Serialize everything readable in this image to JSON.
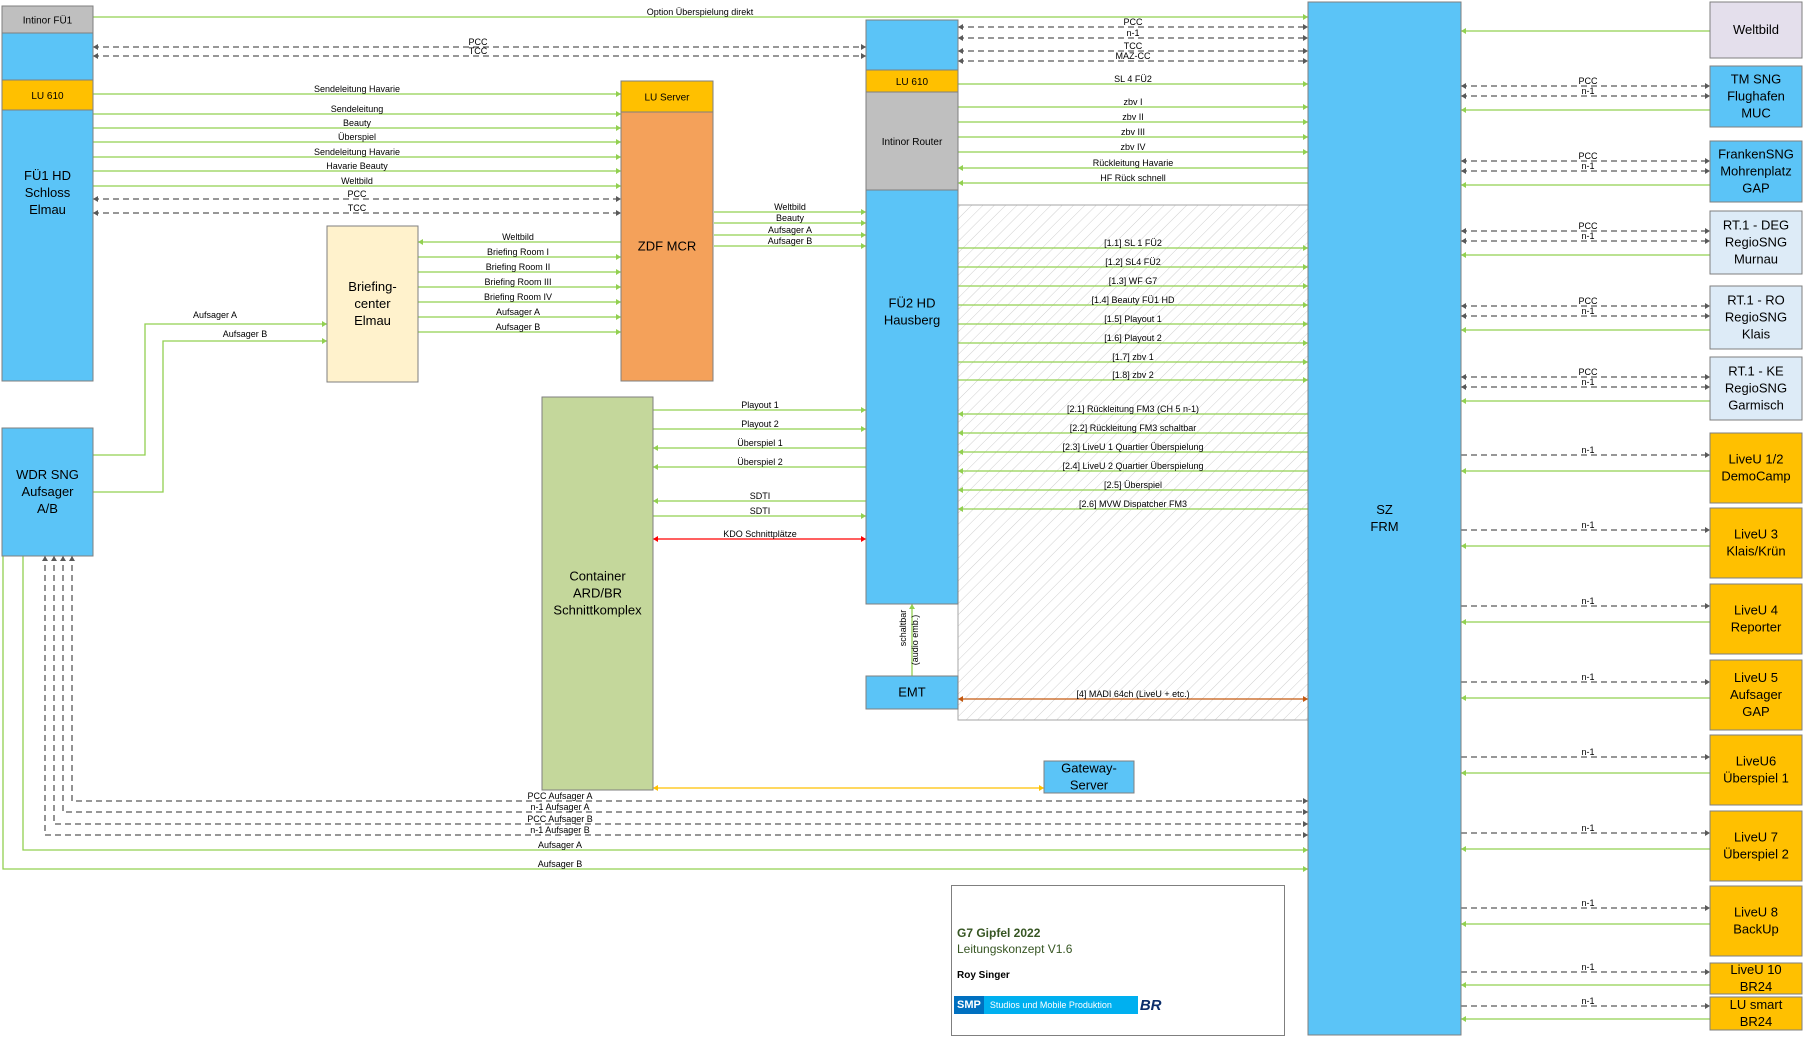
{
  "colors": {
    "blue_box": "#5bc4f7",
    "gray_box": "#bfbfbf",
    "yellow_lu": "#ffc000",
    "orange_mcr": "#f4a15a",
    "cream_briefing": "#fff2cc",
    "green_container": "#c4d79b",
    "lavender": "#e4dfec",
    "light_blue": "#ddebf7",
    "green_line": "#92d050",
    "dashed_line": "#595959",
    "red_line": "#ff0000",
    "brown_line": "#c55a11",
    "yellow_line": "#ffc000"
  },
  "boxes": {
    "intinor_fu1": "Intinor FÜ1",
    "lu610_fu1": "LU 610",
    "fu1_hd": [
      "FÜ1 HD",
      "Schloss",
      "Elmau"
    ],
    "lu_server": "LU Server",
    "zdf_mcr": "ZDF MCR",
    "briefing": [
      "Briefing-",
      "center",
      "Elmau"
    ],
    "wdr_sng": [
      "WDR SNG",
      "Aufsager",
      "A/B"
    ],
    "container": [
      "Container",
      "ARD/BR",
      "Schnittkomplex"
    ],
    "lu610_fu2": "LU 610",
    "intinor_router": "Intinor Router",
    "fu2_hd": [
      "FÜ2 HD",
      "Hausberg"
    ],
    "emt": "EMT",
    "gateway": [
      "Gateway-",
      "Server"
    ],
    "sz_frm": [
      "SZ",
      "FRM"
    ],
    "weltbild": "Weltbild",
    "right_boxes": [
      [
        "TM SNG",
        "Flughafen",
        "MUC"
      ],
      [
        "FrankenSNG",
        "Mohrenplatz",
        "GAP"
      ],
      [
        "RT.1 - DEG",
        "RegioSNG",
        "Murnau"
      ],
      [
        "RT.1 - RO",
        "RegioSNG",
        "Klais"
      ],
      [
        "RT.1 - KE",
        "RegioSNG",
        "Garmisch"
      ],
      [
        "LiveU 1/2",
        "DemoCamp"
      ],
      [
        "LiveU 3",
        "Klais/Krün"
      ],
      [
        "LiveU 4",
        "Reporter"
      ],
      [
        "LiveU 5",
        "Aufsager",
        "GAP"
      ],
      [
        "LiveU6",
        "Überspiel 1"
      ],
      [
        "LiveU 7",
        "Überspiel 2"
      ],
      [
        "LiveU 8",
        "BackUp"
      ],
      [
        "LiveU 10",
        "BR24"
      ],
      [
        "LU smart",
        "BR24"
      ]
    ],
    "schaltbar": [
      "schaltbar",
      "(audio emb.)"
    ]
  },
  "labels": {
    "option": "Option Überspielung direkt",
    "pcc": "PCC",
    "tcc": "TCC",
    "n1": "n-1",
    "mazcc": "MAZ-CC",
    "fu1_mcr": [
      "Sendeleitung Havarie",
      "Sendeleitung",
      "Beauty",
      "Überspiel",
      "Sendeleitung Havarie",
      "Havarie Beauty",
      "Weltbild"
    ],
    "briefing_mcr": [
      "Weltbild",
      "Briefing Room I",
      "Briefing Room II",
      "Briefing Room III",
      "Briefing Room IV",
      "Aufsager A",
      "Aufsager B"
    ],
    "wdr_briefing": [
      "Aufsager A",
      "Aufsager B"
    ],
    "mcr_fu2": [
      "Weltbild",
      "Beauty",
      "Aufsager A",
      "Aufsager B"
    ],
    "fu2_sz_top": [
      "SL 4 FÜ2",
      "zbv I",
      "zbv II",
      "zbv III",
      "zbv IV",
      "Rückleitung Havarie",
      "HF Rück schnell"
    ],
    "fu2_sz_out": [
      "[1.1] SL 1 FÜ2",
      "[1.2] SL4 FÜ2",
      "[1.3] WF G7",
      "[1.4] Beauty FÜ1 HD",
      "[1.5] Playout 1",
      "[1.6] Playout 2",
      "[1.7] zbv 1",
      "[1.8] zbv 2"
    ],
    "fu2_sz_in": [
      "[2.1] Rückleitung FM3 (CH 5 n-1)",
      "[2.2] Rückleitung FM3 schaltbar",
      "[2.3] LiveU 1 Quartier Überspielung",
      "[2.4] LiveU 2 Quartier Überspielung",
      "[2.5] Überspiel",
      "[2.6] MVW Dispatcher FM3"
    ],
    "container_fu2": [
      "Playout 1",
      "Playout 2",
      "Überspiel 1",
      "Überspiel 2",
      "SDTI",
      "SDTI",
      "KDO Schnittplätze"
    ],
    "madi": "[4] MADI 64ch (LiveU + etc.)",
    "wdr_sz": [
      "PCC Aufsager A",
      "n-1 Aufsager A",
      "PCC Aufsager B",
      "n-1 Aufsager B",
      "Aufsager A",
      "Aufsager B"
    ]
  },
  "logo": {
    "title": "G7 Gipfel 2022",
    "subtitle": "Leitungskonzept V1.6",
    "author": "Roy Singer",
    "smp": "SMP",
    "smp_full": "Studios und Mobile Produktion",
    "br": "BR"
  }
}
